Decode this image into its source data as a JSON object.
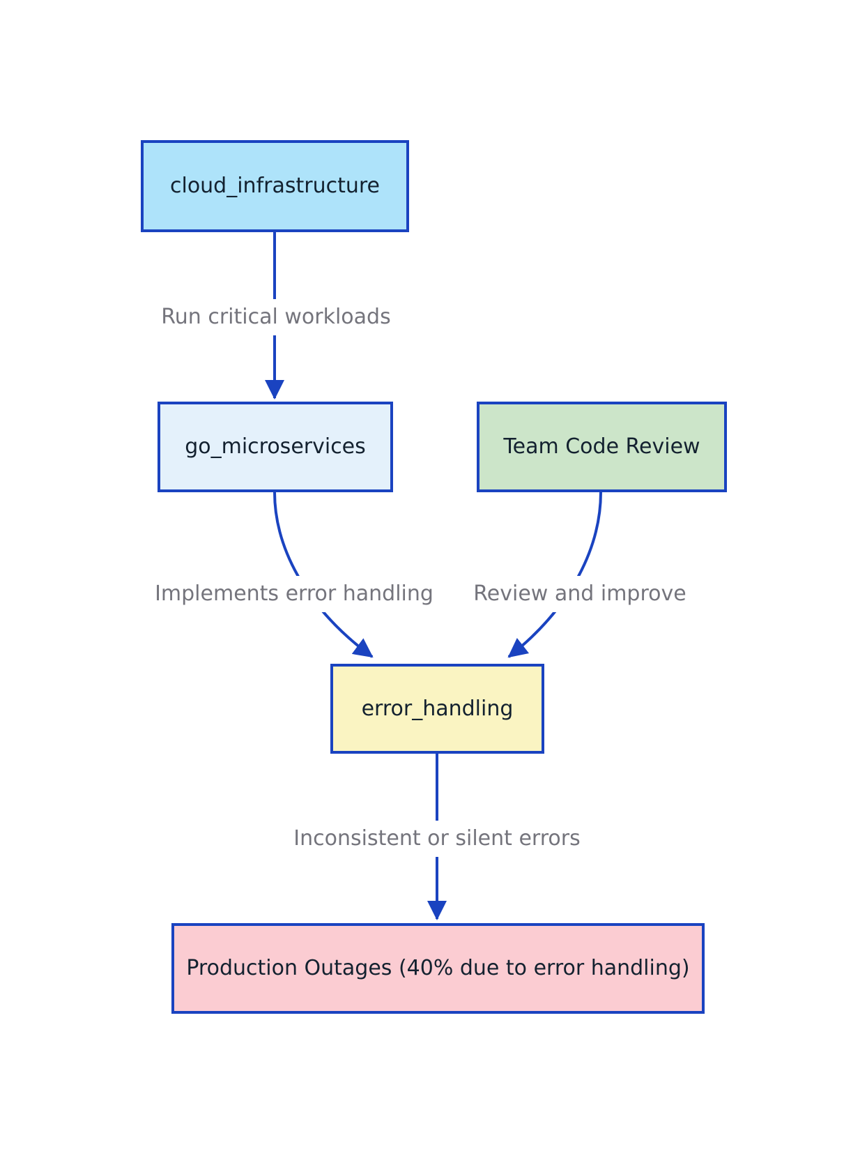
{
  "diagram": {
    "nodes": {
      "cloud_infrastructure": {
        "label": "cloud_infrastructure",
        "fill": "#aee3fa"
      },
      "go_microservices": {
        "label": "go_microservices",
        "fill": "#e4f1fb"
      },
      "team_code_review": {
        "label": "Team Code Review",
        "fill": "#cce5c9"
      },
      "error_handling": {
        "label": "error_handling",
        "fill": "#faf4c2"
      },
      "production_outages": {
        "label": "Production Outages (40% due to error handling)",
        "fill": "#fbccd2"
      }
    },
    "edges": [
      {
        "from": "cloud_infrastructure",
        "to": "go_microservices",
        "label": "Run critical workloads"
      },
      {
        "from": "go_microservices",
        "to": "error_handling",
        "label": "Implements error handling"
      },
      {
        "from": "team_code_review",
        "to": "error_handling",
        "label": "Review and improve"
      },
      {
        "from": "error_handling",
        "to": "production_outages",
        "label": "Inconsistent or silent errors"
      }
    ],
    "colors": {
      "edge": "#1a43c0",
      "node_border": "#1a43c0",
      "node_text": "#13212f",
      "edge_label": "#74747c",
      "background": "#ffffff"
    }
  }
}
